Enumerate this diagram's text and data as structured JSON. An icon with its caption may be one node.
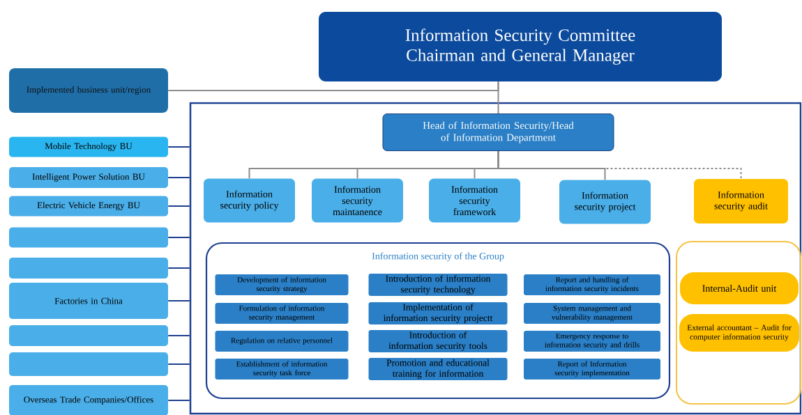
{
  "diagram": {
    "nodes": [
      {
        "text": [
          "Information Security Committee Chairman and General Manager"
        ]
      },
      {
        "text": [
          "Implemented business unit/region"
        ]
      },
      {
        "text": [],
        "shape": "box"
      },
      {
        "text": [
          "Head of Information Security/Head of Information Department"
        ],
        "in": 2
      },
      {
        "text": [
          "Information security policy"
        ],
        "in": 2
      },
      {
        "text": [
          "Information security maintanence"
        ],
        "in": 2
      },
      {
        "text": [
          "Information security framework"
        ],
        "in": 2
      },
      {
        "text": [
          "Information security project"
        ],
        "in": 2
      },
      {
        "text": [
          "Information security audit"
        ],
        "in": 2
      },
      {
        "text": [
          "Information security of the Group"
        ],
        "in": 2
      },
      {
        "text": [
          "Development of information security strategy"
        ],
        "in": 9
      },
      {
        "text": [
          "Introduction of information security technology"
        ],
        "in": 9
      },
      {
        "text": [
          "Report and handling of information security incidents"
        ],
        "in": 9
      },
      {
        "text": [
          "Formulation of information security management"
        ],
        "in": 9
      },
      {
        "text": [
          "Implementation of information security projectt"
        ],
        "in": 9
      },
      {
        "text": [
          "System management and vulnerability management"
        ],
        "in": 9
      },
      {
        "text": [
          "Regulation on relative personnel"
        ],
        "in": 9
      },
      {
        "text": [
          "Introduction of information security tools"
        ],
        "in": 9
      },
      {
        "text": [
          "Emergency response to information security and drills"
        ],
        "in": 9
      },
      {
        "text": [
          "Establishment of information security task force"
        ],
        "in": 9
      },
      {
        "text": [
          "Promotion and educational training for information"
        ],
        "in": 9
      },
      {
        "text": [
          "Report of Information security implementation"
        ],
        "in": 9
      },
      {
        "text": [],
        "shape": "box",
        "in": 2
      },
      {
        "text": [
          "Internal-Audit unit"
        ],
        "in": 22
      },
      {
        "text": [
          "External accountant – Audit for computer information security"
        ],
        "in": 22
      },
      {
        "text": [
          "Mobile Technology BU"
        ]
      },
      {
        "text": [
          "Intelligent Power Solution BU"
        ]
      },
      {
        "text": [
          "Electric Vehicle Energy BU"
        ]
      },
      {
        "text": [],
        "shape": "box"
      },
      {
        "text": [],
        "shape": "box"
      },
      {
        "text": [
          "Factories in China"
        ]
      },
      {
        "text": [],
        "shape": "box"
      },
      {
        "text": [],
        "shape": "box"
      },
      {
        "text": [
          "Overseas Trade Companies/Offices"
        ]
      }
    ],
    "edges": [
      {
        "from": 0,
        "to": 1,
        "arrow": "none",
        "color": "#8c8c8c"
      },
      {
        "from": 0,
        "to": 3,
        "arrow": "none",
        "color": "#8c8c8c"
      },
      {
        "from": 3,
        "to": 4,
        "arrow": "none",
        "color": "#8c8c8c"
      },
      {
        "from": 3,
        "to": 5,
        "arrow": "none",
        "color": "#8c8c8c"
      },
      {
        "from": 3,
        "to": 6,
        "arrow": "none",
        "color": "#8c8c8c"
      },
      {
        "from": 3,
        "to": 7,
        "arrow": "none",
        "color": "#8c8c8c"
      },
      {
        "from": 3,
        "to": 8,
        "arrow": "none",
        "style": "dashed",
        "color": "#8c8c8c"
      },
      {
        "from": 25,
        "to": 2,
        "arrow": "none"
      },
      {
        "from": 26,
        "to": 2,
        "arrow": "none"
      },
      {
        "from": 27,
        "to": 2,
        "arrow": "none"
      },
      {
        "from": 28,
        "to": 2,
        "arrow": "none"
      },
      {
        "from": 29,
        "to": 2,
        "arrow": "none"
      },
      {
        "from": 30,
        "to": 2,
        "arrow": "none"
      },
      {
        "from": 31,
        "to": 2,
        "arrow": "none"
      },
      {
        "from": 32,
        "to": 2,
        "arrow": "none"
      },
      {
        "from": 33,
        "to": 2,
        "arrow": "none"
      }
    ]
  }
}
